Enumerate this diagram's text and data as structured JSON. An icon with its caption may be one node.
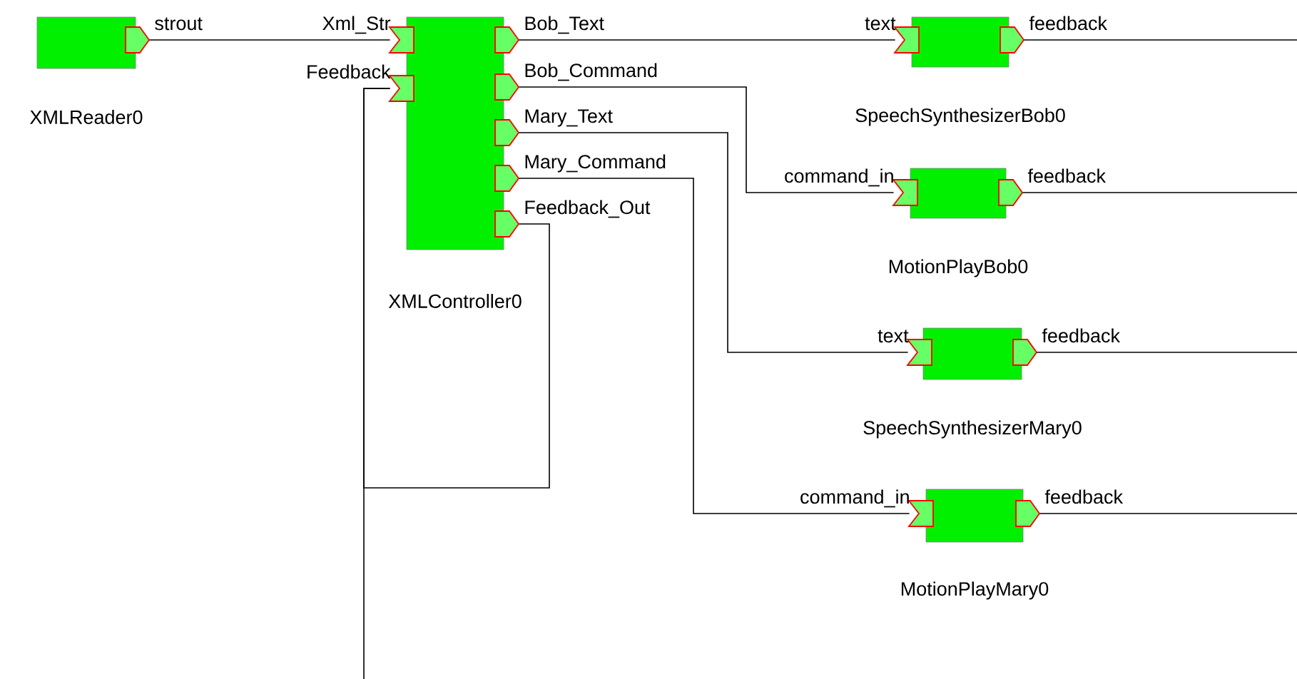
{
  "diagram": {
    "nodes": [
      {
        "text": [
          "XMLReader0"
        ]
      },
      {
        "text": [],
        "shape": "box",
        "beside": [
          "strout"
        ]
      },
      {
        "text": [
          "XMLController0"
        ]
      },
      {
        "text": [],
        "shape": "box",
        "beside": [
          "Xml_Str"
        ]
      },
      {
        "text": [],
        "shape": "box",
        "beside": [
          "Feedback"
        ]
      },
      {
        "text": [],
        "shape": "box",
        "beside": [
          "Bob_Text"
        ]
      },
      {
        "text": [],
        "shape": "box",
        "beside": [
          "Bob_Command"
        ]
      },
      {
        "text": [],
        "shape": "box",
        "beside": [
          "Mary_Text"
        ]
      },
      {
        "text": [],
        "shape": "box",
        "beside": [
          "Mary_Command"
        ]
      },
      {
        "text": [],
        "shape": "box",
        "beside": [
          "Feedback_Out"
        ]
      },
      {
        "text": [
          "SpeechSynthesizerBob0"
        ]
      },
      {
        "text": [],
        "shape": "box",
        "beside": [
          "text"
        ]
      },
      {
        "text": [],
        "shape": "box",
        "beside": [
          "feedback"
        ]
      },
      {
        "text": [
          "MotionPlayBob0"
        ]
      },
      {
        "text": [],
        "shape": "box",
        "beside": [
          "command_in"
        ]
      },
      {
        "text": [],
        "shape": "box",
        "beside": [
          "feedback"
        ]
      },
      {
        "text": [
          "SpeechSynthesizerMary0"
        ]
      },
      {
        "text": [],
        "shape": "box",
        "beside": [
          "text"
        ]
      },
      {
        "text": [],
        "shape": "box",
        "beside": [
          "feedback"
        ]
      },
      {
        "text": [
          "MotionPlayMary0"
        ]
      },
      {
        "text": [],
        "shape": "box",
        "beside": [
          "command_in"
        ]
      },
      {
        "text": [],
        "shape": "box",
        "beside": [
          "feedback"
        ]
      }
    ],
    "edges": [
      {
        "from": 1,
        "to": 3,
        "arrow": "none"
      },
      {
        "from": 5,
        "to": 11,
        "arrow": "none"
      },
      {
        "from": 6,
        "to": 14,
        "arrow": "none"
      },
      {
        "from": 7,
        "to": 17,
        "arrow": "none"
      },
      {
        "from": 8,
        "to": 20,
        "arrow": "none"
      },
      {
        "from": 9,
        "to": 4,
        "arrow": "none"
      },
      {
        "from": null,
        "to": 4,
        "arrow": "none"
      },
      {
        "from": 12,
        "to": null,
        "arrow": "none"
      },
      {
        "from": 15,
        "to": null,
        "arrow": "none"
      },
      {
        "from": 18,
        "to": null,
        "arrow": "none"
      },
      {
        "from": 21,
        "to": null,
        "arrow": "none"
      }
    ]
  }
}
